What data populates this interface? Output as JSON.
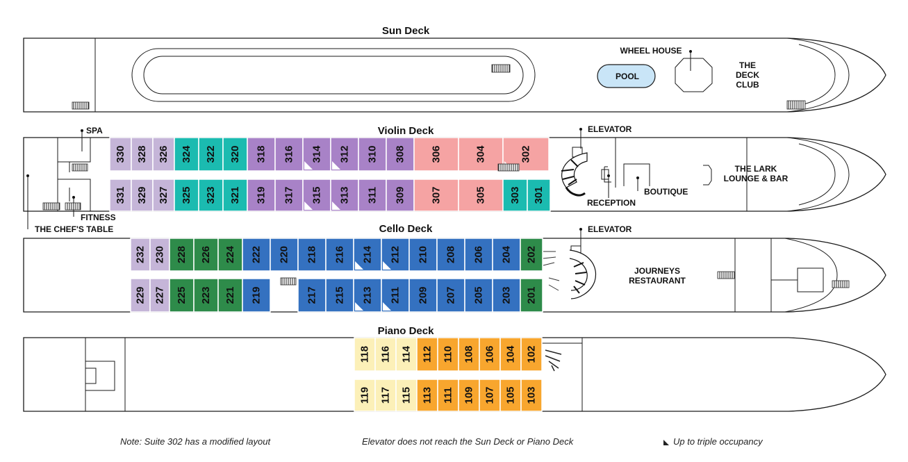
{
  "colors": {
    "lavender": "#c5b5d8",
    "purple": "#a882c7",
    "teal": "#1bbbb0",
    "salmon": "#f5a3a3",
    "green": "#2e8b4a",
    "blue": "#3471c0",
    "yellow": "#fcf0b8",
    "orange": "#f8a62e",
    "pool": "#c9e5f7"
  },
  "decks": {
    "sun": {
      "title": "Sun Deck",
      "pool": "POOL",
      "wheel_house": "WHEEL HOUSE",
      "deck_club": [
        "THE",
        "DECK",
        "CLUB"
      ]
    },
    "violin": {
      "title": "Violin Deck",
      "spa": "SPA",
      "fitness": "FITNESS",
      "chefs_table": "THE CHEF'S TABLE",
      "elevator": "ELEVATOR",
      "reception": "RECEPTION",
      "boutique": "BOUTIQUE",
      "lounge": [
        "THE LARK",
        "LOUNGE & BAR"
      ]
    },
    "cello": {
      "title": "Cello Deck",
      "elevator": "ELEVATOR",
      "restaurant": [
        "JOURNEYS",
        "RESTAURANT"
      ]
    },
    "piano": {
      "title": "Piano Deck"
    }
  },
  "cabins": {
    "violin_top": [
      {
        "n": "330",
        "c": "lavender"
      },
      {
        "n": "328",
        "c": "lavender"
      },
      {
        "n": "326",
        "c": "lavender"
      },
      {
        "n": "324",
        "c": "teal"
      },
      {
        "n": "322",
        "c": "teal"
      },
      {
        "n": "320",
        "c": "teal"
      },
      {
        "n": "318",
        "c": "purple"
      },
      {
        "n": "316",
        "c": "purple"
      },
      {
        "n": "314",
        "c": "purple",
        "tri": true
      },
      {
        "n": "312",
        "c": "purple",
        "tri": true
      },
      {
        "n": "310",
        "c": "purple"
      },
      {
        "n": "308",
        "c": "purple"
      },
      {
        "n": "306",
        "c": "salmon"
      },
      {
        "n": "304",
        "c": "salmon"
      },
      {
        "n": "302",
        "c": "salmon",
        "tri": true
      }
    ],
    "violin_bottom": [
      {
        "n": "331",
        "c": "lavender"
      },
      {
        "n": "329",
        "c": "lavender"
      },
      {
        "n": "327",
        "c": "lavender"
      },
      {
        "n": "325",
        "c": "teal"
      },
      {
        "n": "323",
        "c": "teal"
      },
      {
        "n": "321",
        "c": "teal"
      },
      {
        "n": "319",
        "c": "purple"
      },
      {
        "n": "317",
        "c": "purple"
      },
      {
        "n": "315",
        "c": "purple",
        "tri": true
      },
      {
        "n": "313",
        "c": "purple",
        "tri": true
      },
      {
        "n": "311",
        "c": "purple"
      },
      {
        "n": "309",
        "c": "purple"
      },
      {
        "n": "307",
        "c": "salmon"
      },
      {
        "n": "305",
        "c": "salmon"
      },
      {
        "n": "303",
        "c": "teal"
      },
      {
        "n": "301",
        "c": "teal"
      }
    ],
    "cello_top": [
      {
        "n": "232",
        "c": "lavender"
      },
      {
        "n": "230",
        "c": "lavender"
      },
      {
        "n": "228",
        "c": "green"
      },
      {
        "n": "226",
        "c": "green"
      },
      {
        "n": "224",
        "c": "green"
      },
      {
        "n": "222",
        "c": "blue"
      },
      {
        "n": "220",
        "c": "blue"
      },
      {
        "n": "218",
        "c": "blue"
      },
      {
        "n": "216",
        "c": "blue"
      },
      {
        "n": "214",
        "c": "blue",
        "tri": true
      },
      {
        "n": "212",
        "c": "blue",
        "tri": true
      },
      {
        "n": "210",
        "c": "blue"
      },
      {
        "n": "208",
        "c": "blue"
      },
      {
        "n": "206",
        "c": "blue"
      },
      {
        "n": "204",
        "c": "blue"
      },
      {
        "n": "202",
        "c": "green"
      }
    ],
    "cello_bottom": [
      {
        "n": "229",
        "c": "lavender"
      },
      {
        "n": "227",
        "c": "lavender"
      },
      {
        "n": "225",
        "c": "green"
      },
      {
        "n": "223",
        "c": "green"
      },
      {
        "n": "221",
        "c": "green"
      },
      {
        "n": "219",
        "c": "blue"
      },
      {
        "n": "217",
        "c": "blue"
      },
      {
        "n": "215",
        "c": "blue"
      },
      {
        "n": "213",
        "c": "blue",
        "tri": true
      },
      {
        "n": "211",
        "c": "blue",
        "tri": true
      },
      {
        "n": "209",
        "c": "blue"
      },
      {
        "n": "207",
        "c": "blue"
      },
      {
        "n": "205",
        "c": "blue"
      },
      {
        "n": "203",
        "c": "blue"
      },
      {
        "n": "201",
        "c": "green"
      }
    ],
    "piano_top": [
      {
        "n": "118",
        "c": "yellow"
      },
      {
        "n": "116",
        "c": "yellow"
      },
      {
        "n": "114",
        "c": "yellow"
      },
      {
        "n": "112",
        "c": "orange"
      },
      {
        "n": "110",
        "c": "orange"
      },
      {
        "n": "108",
        "c": "orange"
      },
      {
        "n": "106",
        "c": "orange"
      },
      {
        "n": "104",
        "c": "orange"
      },
      {
        "n": "102",
        "c": "orange"
      }
    ],
    "piano_bottom": [
      {
        "n": "119",
        "c": "yellow"
      },
      {
        "n": "117",
        "c": "yellow"
      },
      {
        "n": "115",
        "c": "yellow"
      },
      {
        "n": "113",
        "c": "orange"
      },
      {
        "n": "111",
        "c": "orange"
      },
      {
        "n": "109",
        "c": "orange"
      },
      {
        "n": "107",
        "c": "orange"
      },
      {
        "n": "105",
        "c": "orange"
      },
      {
        "n": "103",
        "c": "orange"
      }
    ]
  },
  "notes": {
    "suite": "Note:  Suite 302 has a modified layout",
    "elevator": "Elevator does not reach the Sun Deck or Piano Deck",
    "triple": "Up to triple occupancy"
  }
}
